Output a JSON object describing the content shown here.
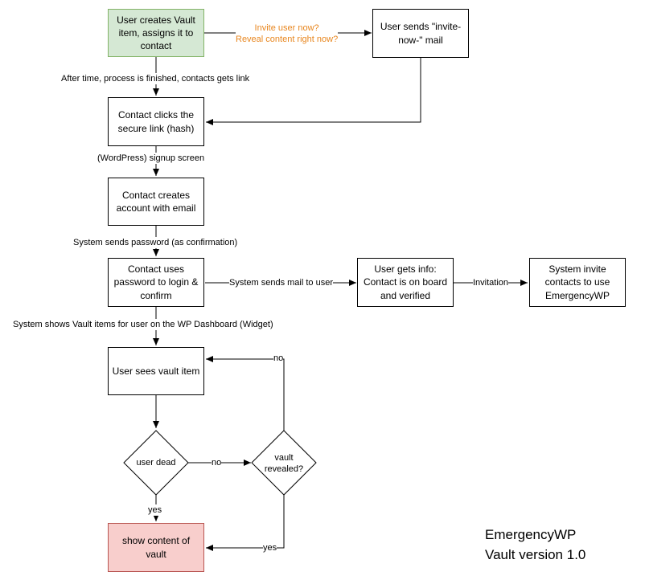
{
  "nodes": {
    "create_item": "User creates Vault item, assigns it to contact",
    "invite_mail": "User sends \"invite-now-\" mail",
    "clicks_link": "Contact clicks the secure link (hash)",
    "creates_account": "Contact creates account with email",
    "login_confirm": "Contact uses password to login & confirm",
    "user_info": "User gets info: Contact is on board and verified",
    "system_invite": "System invite contacts to use EmergencyWP",
    "sees_item": "User sees vault item",
    "user_dead": "user dead",
    "vault_revealed": "vault revealed?",
    "show_content": "show content of vault"
  },
  "edges": {
    "invite_now_line1": "Invite user now?",
    "invite_now_line2": "Reveal content right now?",
    "after_time": "After time, process is finished, contacts gets link",
    "signup": "(WordPress) signup screen",
    "sends_password": "System sends password (as confirmation)",
    "sends_mail": "System sends mail to user",
    "invitation": "Invitation",
    "shows_items": "System shows Vault items for user on the WP Dashboard (Widget)",
    "no_dead": "no",
    "no_revealed": "no",
    "yes_dead": "yes",
    "yes_revealed": "yes"
  },
  "footer": {
    "product": "EmergencyWP",
    "version": "Vault version 1.0"
  },
  "colors": {
    "start_fill": "#d5e8d4",
    "start_stroke": "#82b366",
    "end_fill": "#f8cecc",
    "end_stroke": "#b85450",
    "edge_label_orange": "#e8861e"
  }
}
